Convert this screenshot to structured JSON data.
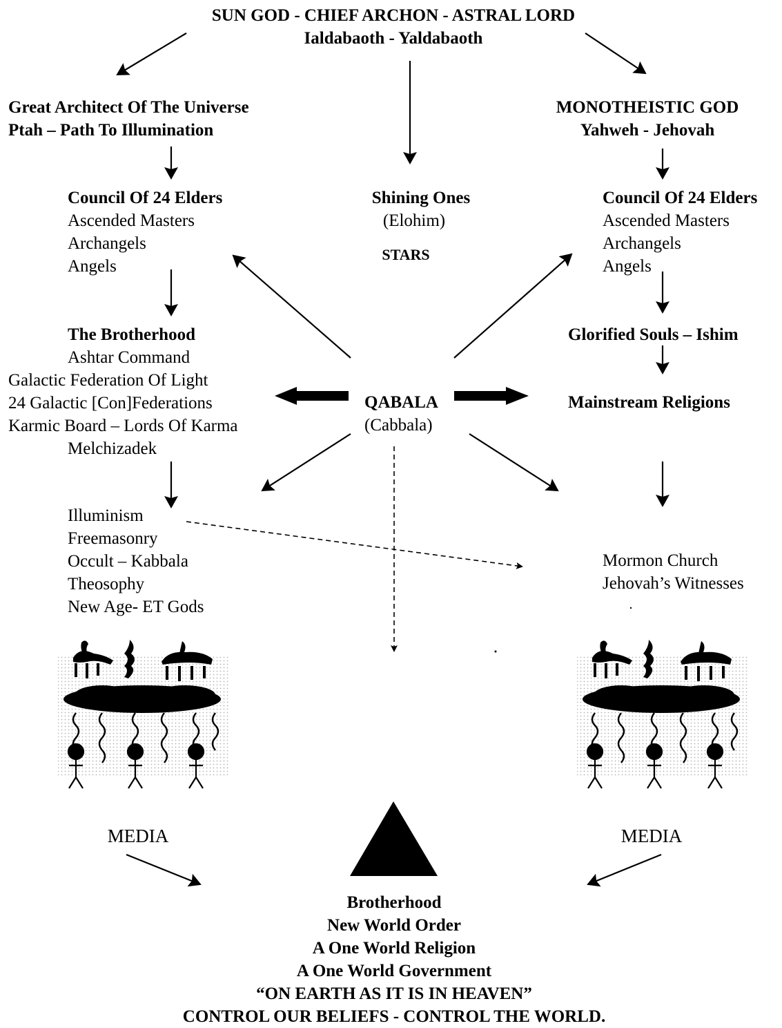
{
  "top": {
    "line1": "SUN GOD - CHIEF ARCHON - ASTRAL LORD",
    "line2": "Ialdabaoth - Yaldabaoth"
  },
  "left_head": {
    "line1": "Great Architect Of The Universe",
    "line2": "Ptah – Path To Illumination"
  },
  "right_head": {
    "line1": "MONOTHEISTIC GOD",
    "line2": "Yahweh - Jehovah"
  },
  "left_council": {
    "title": "Council Of 24 Elders",
    "items": [
      "Ascended Masters",
      "Archangels",
      "Angels"
    ]
  },
  "center_shining": {
    "title": "Shining Ones",
    "subtitle": "(Elohim)",
    "stars": "STARS"
  },
  "right_council": {
    "title": "Council Of 24 Elders",
    "items": [
      "Ascended Masters",
      "Archangels",
      "Angels"
    ]
  },
  "brotherhood_block": {
    "title": "The Brotherhood",
    "items": [
      "Ashtar Command",
      "Galactic Federation Of Light",
      "24 Galactic [Con]Federations",
      "Karmic Board – Lords Of Karma",
      "Melchizadek"
    ]
  },
  "qabala": {
    "title": "QABALA",
    "subtitle": "(Cabbala)"
  },
  "glorified": "Glorified Souls – Ishim",
  "mainstream": "Mainstream Religions",
  "left_groups": [
    "Illuminism",
    "Freemasonry",
    "Occult – Kabbala",
    "Theosophy",
    "New Age- ET Gods"
  ],
  "right_groups": [
    "Mormon Church",
    "Jehovah’s Witnesses"
  ],
  "media_left": "MEDIA",
  "media_right": "MEDIA",
  "bottom": [
    "Brotherhood",
    "New World Order",
    "A One World Religion",
    "A One World Government",
    "“ON EARTH AS IT IS IN HEAVEN”",
    "CONTROL OUR BELIEFS - CONTROL THE WORLD."
  ],
  "colors": {
    "ink": "#000000",
    "paper": "#ffffff",
    "dots": "#9a9a9a"
  },
  "icons": [
    "controller-figures-icon",
    "puppet-people-icon",
    "pyramid-icon"
  ]
}
